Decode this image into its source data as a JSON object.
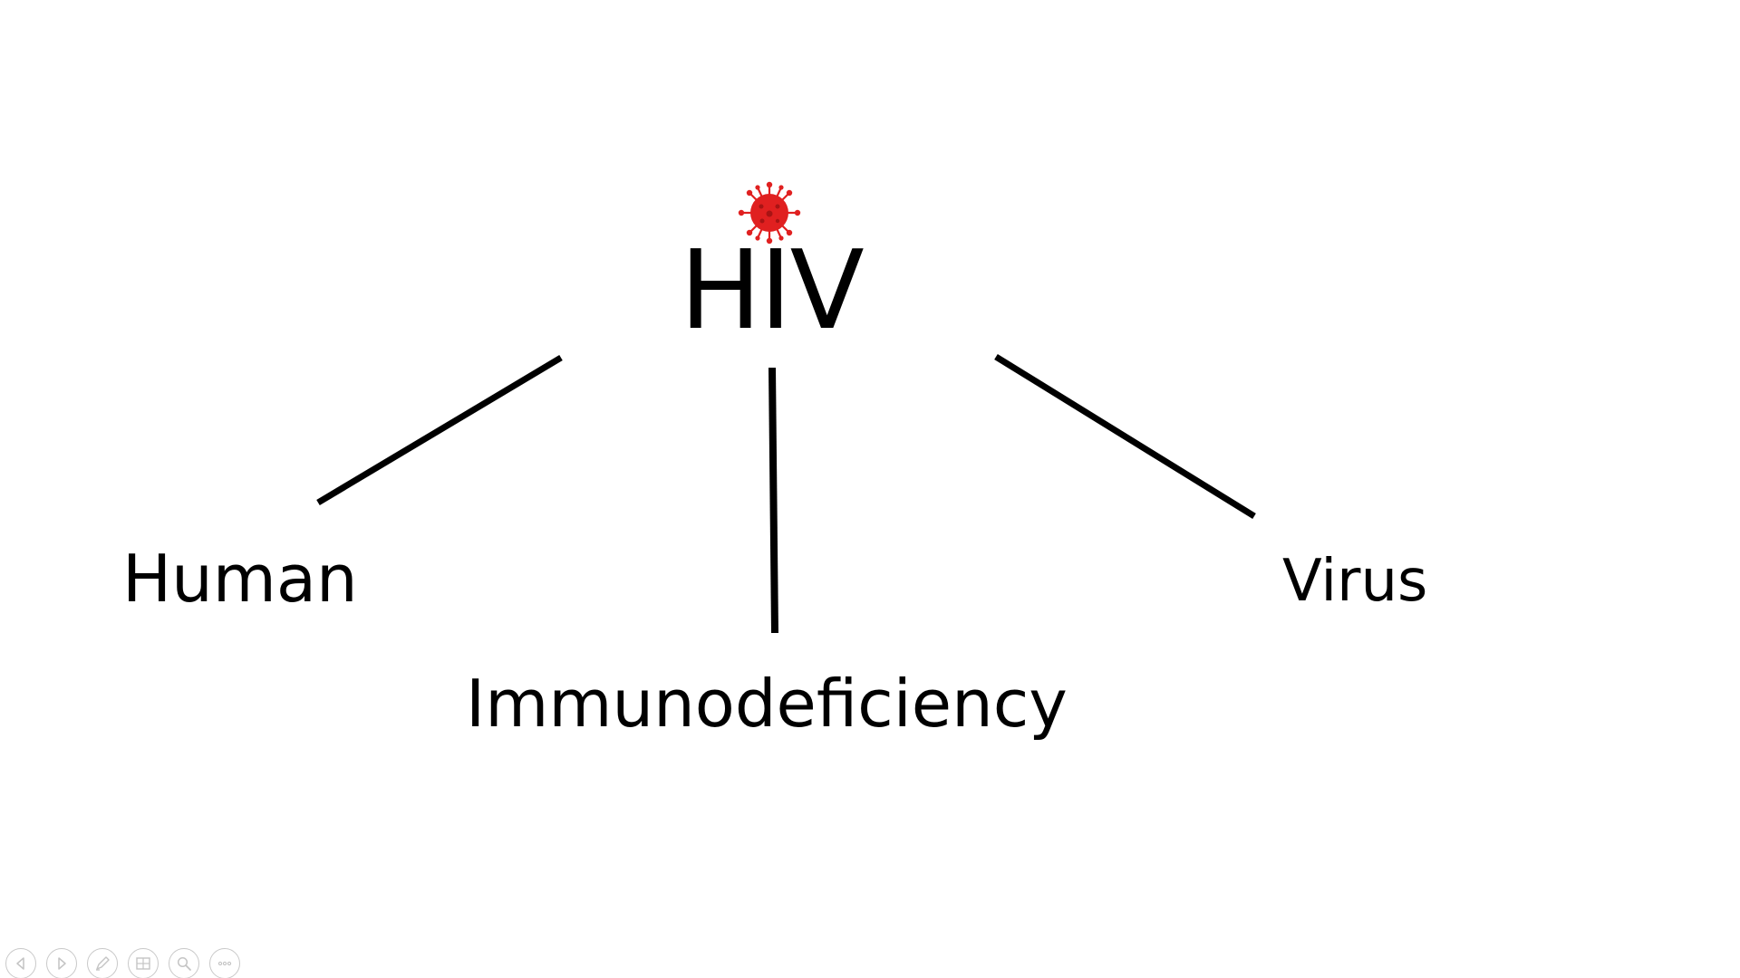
{
  "slide": {
    "title": "HIV",
    "branches": [
      {
        "label": "Human"
      },
      {
        "label": "Immunodeficiency"
      },
      {
        "label": "Virus"
      }
    ],
    "title_icon": "virus-icon",
    "text_color": "#000000",
    "icon_color": "#e02020"
  },
  "controls": [
    {
      "icon": "previous-slide-icon"
    },
    {
      "icon": "next-slide-icon"
    },
    {
      "icon": "pen-icon"
    },
    {
      "icon": "slide-grid-icon"
    },
    {
      "icon": "zoom-icon"
    },
    {
      "icon": "more-options-icon"
    }
  ]
}
